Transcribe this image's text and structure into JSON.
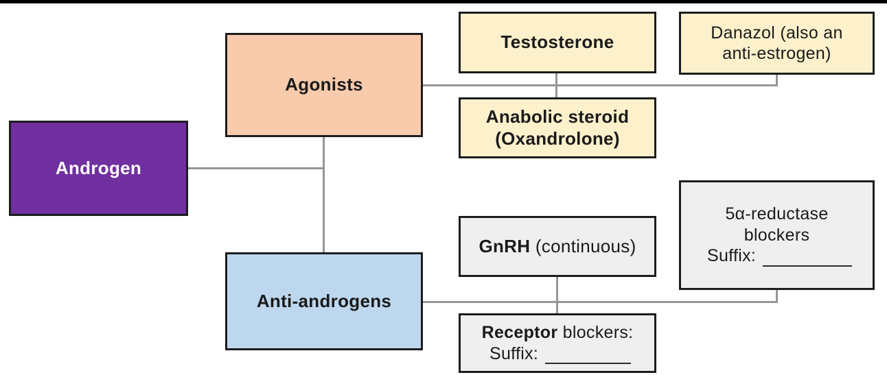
{
  "page": {
    "background": "#ffffff",
    "top_bar_color": "#000000"
  },
  "colors": {
    "androgen_fill": "#7030a0",
    "androgen_text": "#ffffff",
    "agonists_fill": "#f8cbad",
    "anti_androgens_fill": "#bdd7ee",
    "yellow_fill": "#fdf1cc",
    "gray_fill": "#efefef",
    "box_border": "#1c1c1c",
    "connector": "#959595",
    "text": "#1a1a1a"
  },
  "nodes": {
    "androgen": {
      "label": "Androgen"
    },
    "agonists": {
      "label": "Agonists"
    },
    "anti_androgens": {
      "label": "Anti-androgens"
    },
    "testosterone": {
      "label": "Testosterone"
    },
    "danazol": {
      "line1": "Danazol (also an",
      "line2": "anti-estrogen)"
    },
    "anabolic_steroid": {
      "line1": "Anabolic steroid",
      "line2": "(Oxandrolone)"
    },
    "gnrh": {
      "bold": "GnRH",
      "regular": " (continuous)"
    },
    "reductase_blockers": {
      "line1": "5α-reductase",
      "line2": "blockers",
      "suffix_label": "Suffix:"
    },
    "receptor_blockers": {
      "bold": "Receptor",
      "regular": " blockers:",
      "suffix_label": "Suffix:"
    }
  }
}
